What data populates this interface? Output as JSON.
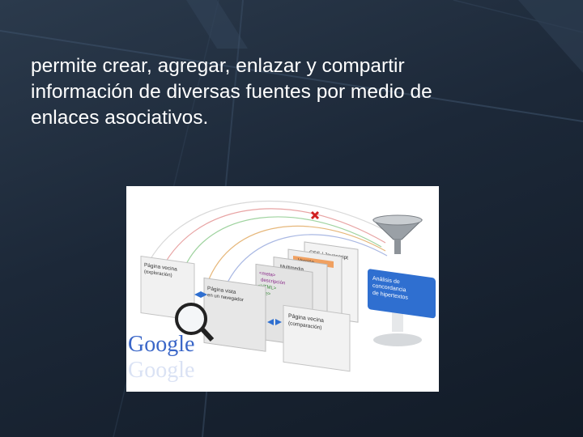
{
  "slide": {
    "text_lines": [
      "permite crear, agregar, enlazar y compartir",
      "información de diversas fuentes por medio de",
      "enlaces asociativos."
    ]
  },
  "diagram": {
    "labels": {
      "css": "CSS / Javascript",
      "version": "Versión",
      "multimedia": "Multimedia",
      "meta": "<meta>",
      "descr": "descripción",
      "html": "<HTML>",
      "title": "<title>",
      "pagina_vecina_1": "Página vecina",
      "pagina_vecina_1b": "(exploración)",
      "pagina_vista_1": "Página vista",
      "pagina_vista_2": "en un navegador",
      "pagina_vecina_2": "Página vecina",
      "pagina_vecina_2b": "(comparación)",
      "analisis_1": "Análisis de",
      "analisis_2": "concordancia",
      "analisis_3": "de hipertextos",
      "logo": "Google"
    }
  },
  "colors": {
    "bg_dark": "#1c2838",
    "text": "#ffffff",
    "accent_blue": "#2f6fd0"
  }
}
